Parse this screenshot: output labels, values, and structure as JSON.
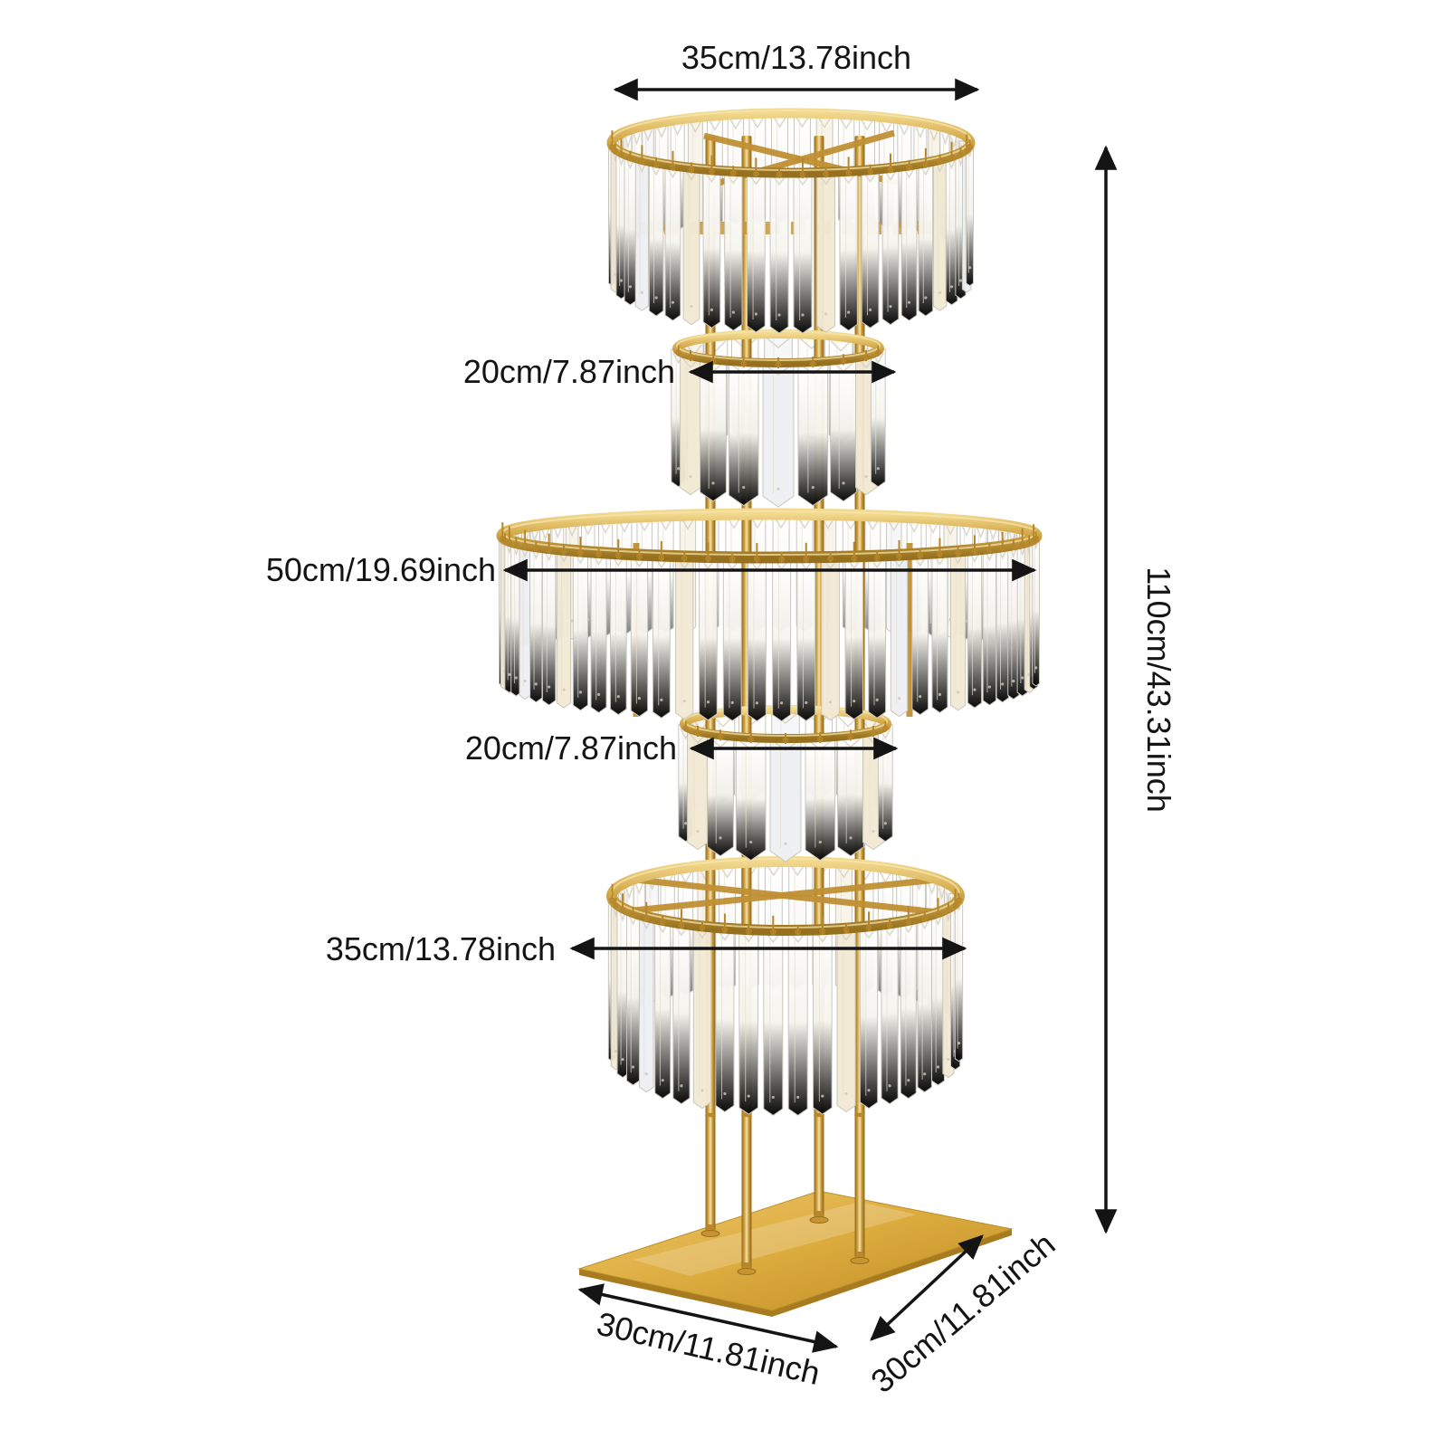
{
  "diagram": {
    "labels": {
      "tier1_width": "35cm/13.78inch",
      "tier2_width": "20cm/7.87inch",
      "tier3_width": "50cm/19.69inch",
      "tier4_width": "20cm/7.87inch",
      "tier5_width": "35cm/13.78inch",
      "total_height": "110cm/43.31inch",
      "base_front_width": "30cm/11.81inch",
      "base_side_depth": "30cm/11.81inch"
    },
    "colors": {
      "gold": "#c6952f",
      "gold_light": "#f2d98e",
      "gold_dark": "#96701d",
      "crystal": "#f4f2ec",
      "crystal_edge": "#c9c6bd",
      "dimension_ink": "#141414",
      "background": "#ffffff"
    }
  }
}
